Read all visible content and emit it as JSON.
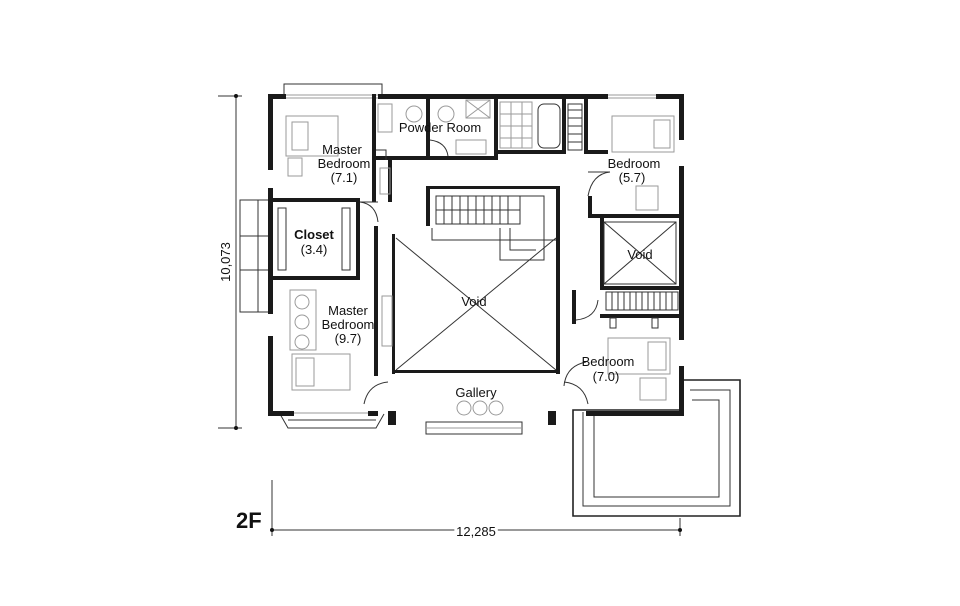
{
  "floor_label": "2F",
  "dimensions": {
    "width": "12,285",
    "height": "10,073"
  },
  "rooms": {
    "master_bedroom_top": {
      "line1": "Master",
      "line2": "Bedroom",
      "area": "(7.1)"
    },
    "powder_room": {
      "label": "Powder Room"
    },
    "bedroom_top_right": {
      "line1": "Bedroom",
      "area": "(5.7)"
    },
    "closet": {
      "line1": "Closet",
      "area": "(3.4)"
    },
    "void_center": {
      "label": "Void"
    },
    "void_right": {
      "label": "Void"
    },
    "master_bedroom_bottom": {
      "line1": "Master",
      "line2": "Bedroom",
      "area": "(9.7)"
    },
    "bedroom_bottom_right": {
      "line1": "Bedroom",
      "area": "(7.0)"
    },
    "gallery": {
      "label": "Gallery"
    }
  }
}
